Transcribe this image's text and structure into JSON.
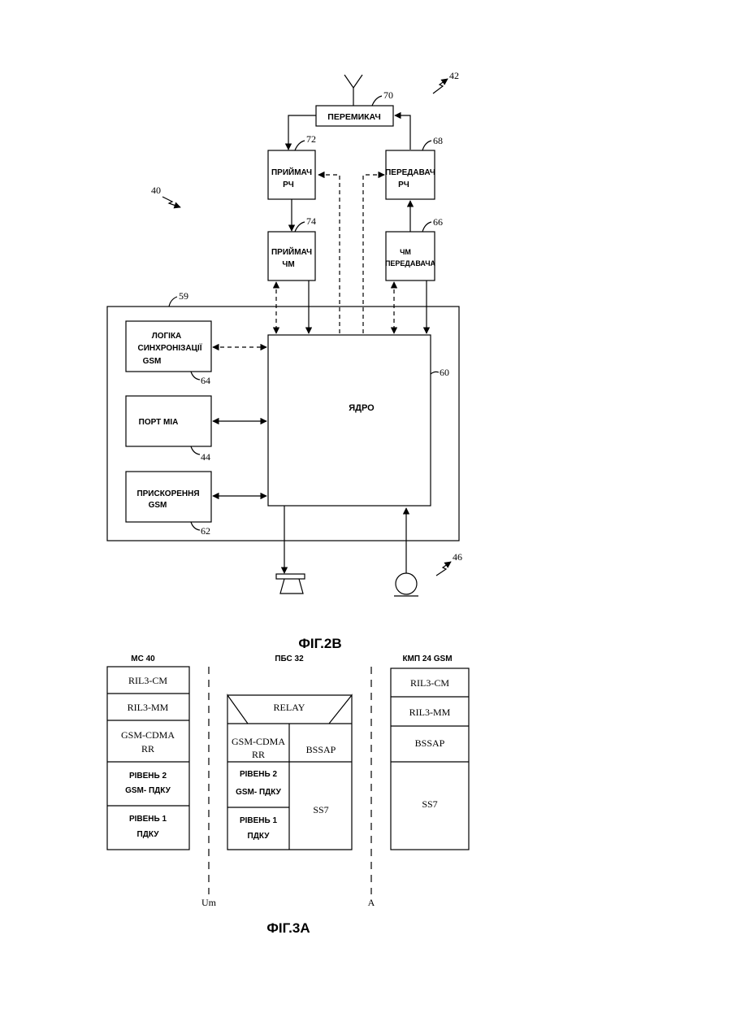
{
  "fig2b": {
    "caption": "ФІГ.2В",
    "ref_system": "40",
    "ref_radio": "42",
    "ref_peripherals": "46",
    "ref_chip": "59",
    "switch": {
      "label": "ПЕРЕМИКАЧ",
      "ref": "70"
    },
    "rf_receiver": {
      "line1": "ПРИЙМАЧ",
      "line2": "РЧ",
      "ref": "72"
    },
    "rf_transmitter": {
      "line1": "ПЕРЕДАВАЧ",
      "line2": "РЧ",
      "ref": "68"
    },
    "fm_receiver": {
      "line1": "ПРИЙМАЧ",
      "line2": "ЧМ",
      "ref": "74"
    },
    "fm_transmitter": {
      "line1": "ЧМ",
      "line2": "ПЕРЕДАВАЧА",
      "ref": "66"
    },
    "core": {
      "label": "ЯДРО",
      "ref": "60"
    },
    "gsm_sync": {
      "line1": "ЛОГІКА",
      "line2": "СИНХРОНІЗАЦІЇ",
      "line3": "GSM",
      "ref": "64"
    },
    "mia_port": {
      "label": "ПОРТ МІА",
      "ref": "44"
    },
    "gsm_accel": {
      "line1": "ПРИСКОРЕННЯ",
      "line2": "GSM",
      "ref": "62"
    }
  },
  "fig3a": {
    "caption": "ФІГ.3А",
    "ms": {
      "title": "МС 40",
      "layers": [
        "RIL3-CM",
        "RIL3-MM",
        "GSM-CDMA",
        "RR",
        "РІВЕНЬ 2",
        "GSM- ПДКУ",
        "РІВЕНЬ 1",
        "ПДКУ"
      ]
    },
    "bss": {
      "title": "ПБС 32",
      "relay": "RELAY",
      "left": [
        "GSM-CDMA",
        "RR",
        "РІВЕНЬ 2",
        "GSM- ПДКУ",
        "РІВЕНЬ 1",
        "ПДКУ"
      ],
      "right": [
        "BSSAP",
        "SS7"
      ]
    },
    "msc": {
      "title": "КМП 24 GSM",
      "layers": [
        "RIL3-CM",
        "RIL3-MM",
        "BSSAP",
        "SS7"
      ]
    },
    "iface_um": "Um",
    "iface_a": "A"
  }
}
